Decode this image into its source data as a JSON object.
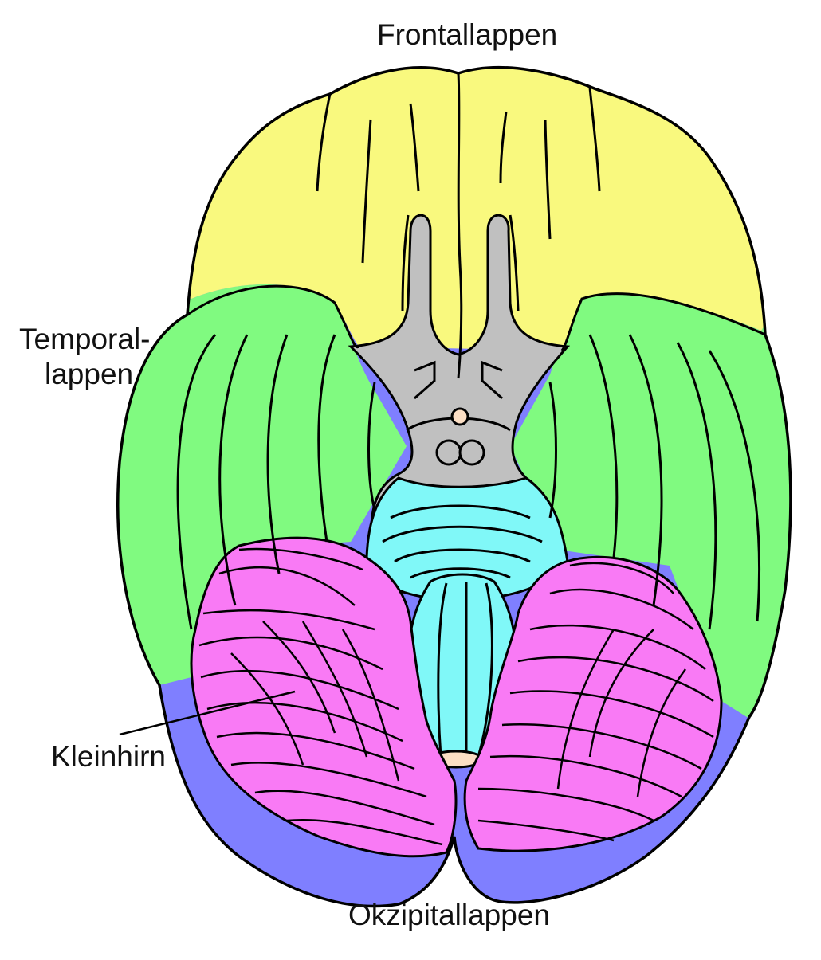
{
  "labels": {
    "frontal": "Frontallappen",
    "temporal_line1": "Temporal-",
    "temporal_line2": "lappen",
    "cerebellum": "Kleinhirn",
    "occipital": "Okzipitallappen"
  },
  "colors": {
    "frontal_lobe": "#F9F97E",
    "temporal_lobe": "#80FA80",
    "occipital_lobe": "#7F7FFF",
    "cerebellum": "#F97AF5",
    "brainstem": "#80F8F8",
    "diencephalon_gray": "#C0C0C0",
    "small_structures": "#FBDEC4",
    "outline": "#000000"
  }
}
